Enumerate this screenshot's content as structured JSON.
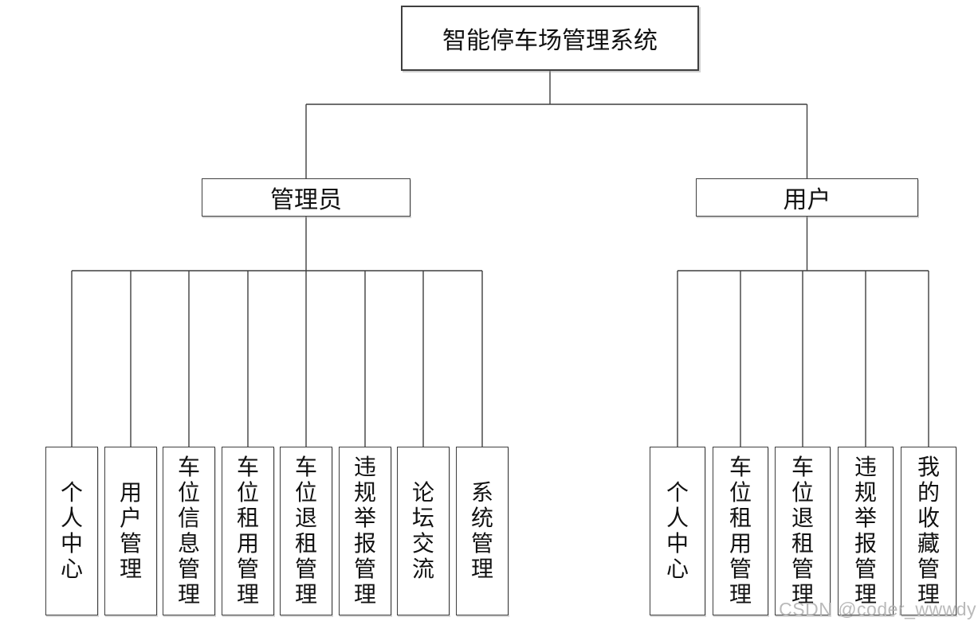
{
  "diagram": {
    "root": "智能停车场管理系统",
    "branches": [
      {
        "label": "管理员",
        "children": [
          "个人中心",
          "用户管理",
          "车位信息管理",
          "车位租用管理",
          "车位退租管理",
          "违规举报管理",
          "论坛交流",
          "系统管理"
        ]
      },
      {
        "label": "用户",
        "children": [
          "个人中心",
          "车位租用管理",
          "车位退租管理",
          "违规举报管理",
          "我的收藏管理"
        ]
      }
    ],
    "watermark": "CSDN @coder_wwwdy",
    "colors": {
      "line": "#3f3f3f",
      "text": "#111111",
      "watermark": "#b2b2b2",
      "background": "#ffffff"
    }
  }
}
